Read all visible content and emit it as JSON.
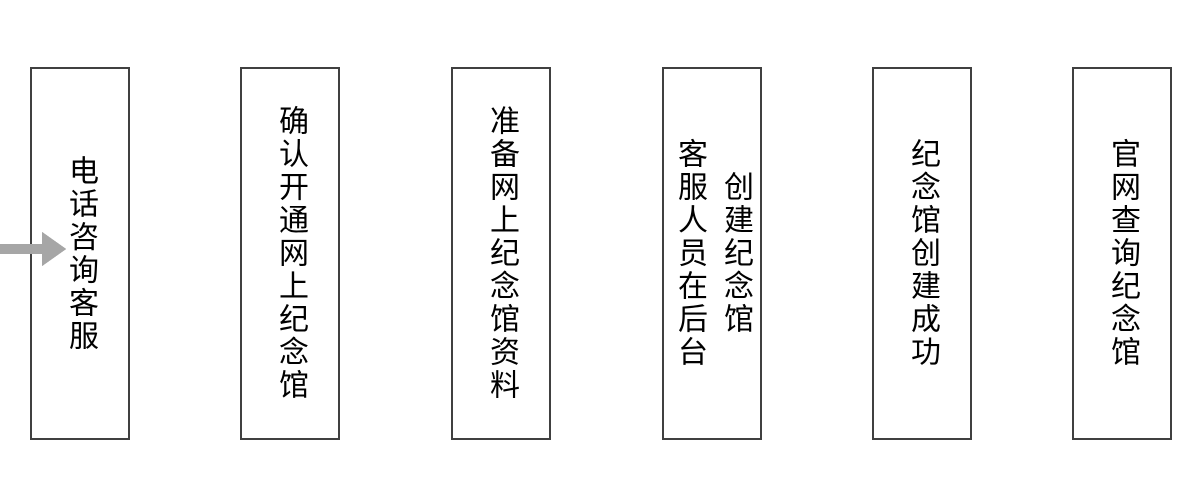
{
  "flowchart": {
    "type": "process-flow",
    "direction": "left-to-right",
    "colors": {
      "box_border": "#404040",
      "box_fill": "#ffffff",
      "text": "#000000",
      "arrow": "#a6a6a6",
      "background": "#ffffff"
    },
    "steps": [
      {
        "lines": [
          "电话咨询客服"
        ]
      },
      {
        "lines": [
          "确认开通网上纪念馆"
        ]
      },
      {
        "lines": [
          "准备网上纪念馆资料"
        ]
      },
      {
        "lines": [
          "客服人员在后台",
          "创建纪念馆"
        ]
      },
      {
        "lines": [
          "纪念馆创建成功"
        ]
      },
      {
        "lines": [
          "官网查询纪念馆"
        ]
      }
    ],
    "connector": "right-arrow"
  }
}
